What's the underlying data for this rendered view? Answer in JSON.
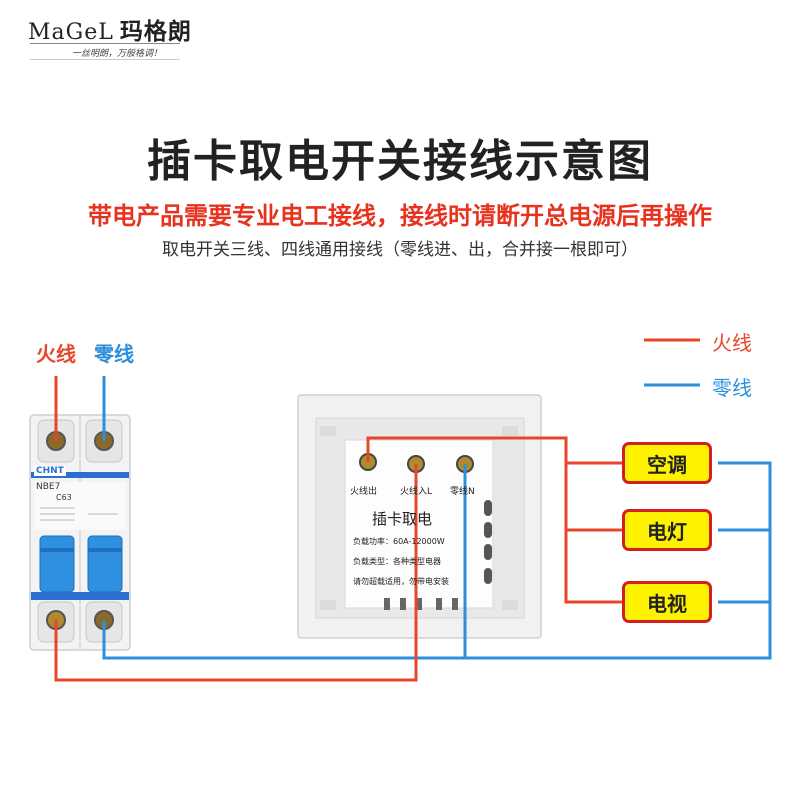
{
  "brand": {
    "name_en": "MaGeL",
    "name_cn": "玛格朗",
    "slogan": "一丝明朗，万般格调！"
  },
  "title": "插卡取电开关接线示意图",
  "warning": "带电产品需要专业电工接线，接线时请断开总电源后再操作",
  "note": "取电开关三线、四线通用接线（零线进、出，合并接一根即可）",
  "top_labels": {
    "live": "火线",
    "neutral": "零线"
  },
  "legend": [
    {
      "label": "火线",
      "color": "#e8462a"
    },
    {
      "label": "零线",
      "color": "#2b8fdc"
    }
  ],
  "breaker": {
    "brand": "CHNT",
    "model": "NBE7",
    "rating": "C63"
  },
  "switch": {
    "terminals": [
      "火线出",
      "火线入L",
      "零线N"
    ],
    "name": "插卡取电",
    "specs": [
      "负载功率：60A-12000W",
      "负载类型：各种类型电器",
      "请勿超载适用，勿带电安装"
    ]
  },
  "devices": [
    "空调",
    "电灯",
    "电视"
  ],
  "colors": {
    "live": "#e8462a",
    "neutral": "#2b8fdc",
    "device_fill": "#fff200",
    "device_border": "#d41f1f"
  }
}
